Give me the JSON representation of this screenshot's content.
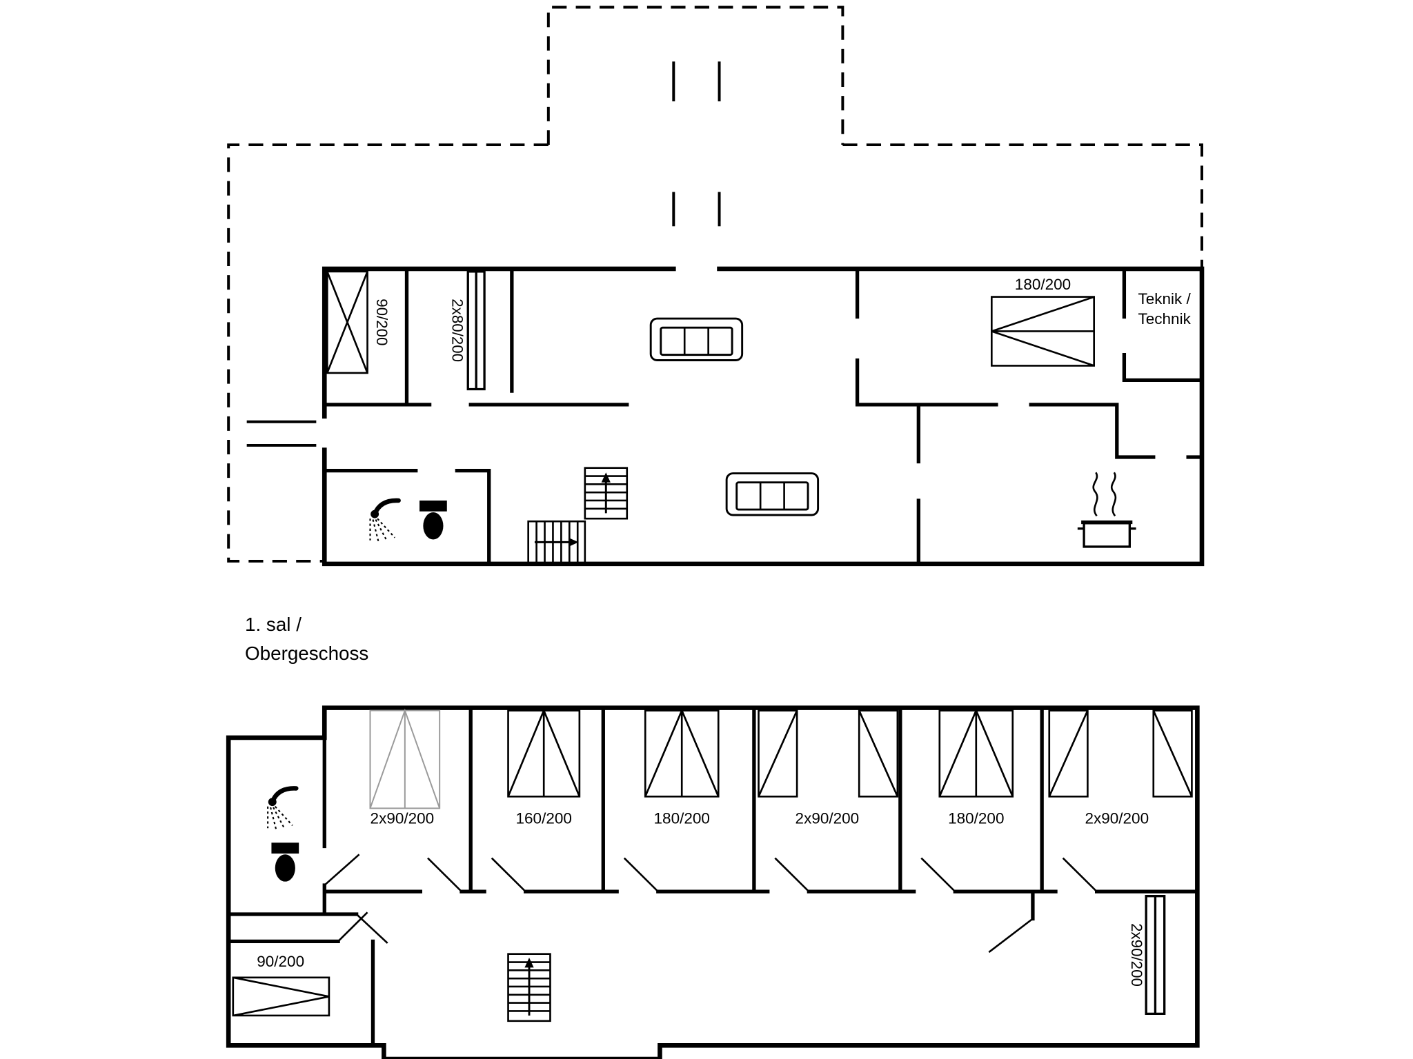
{
  "page": {
    "background_color": "#ffffff",
    "line_color": "#000000",
    "faint_line_color": "#9a9a9a"
  },
  "caption": {
    "line1": "1. sal /",
    "line2": "Obergeschoss"
  },
  "ground_floor": {
    "bed_left_label": "90/200",
    "wardrobe_label": "2x80/200",
    "bed_right_label": "180/200",
    "teknik_line1": "Teknik /",
    "teknik_line2": "Technik"
  },
  "upper_floor": {
    "rooms": [
      {
        "label": "2x90/200"
      },
      {
        "label": "160/200"
      },
      {
        "label": "180/200"
      },
      {
        "label": "2x90/200"
      },
      {
        "label": "180/200"
      },
      {
        "label": "2x90/200"
      }
    ],
    "bed_bottom_left_label": "90/200",
    "wardrobe_label": "2x90/200"
  },
  "icons": {
    "shower": "shower-head-with-spray",
    "toilet": "toilet-top-view",
    "stairs": "staircase-with-up-arrow",
    "stove": "cooking-pot-with-steam",
    "sofa": "sofa-top-view",
    "bed": "bed-top-view",
    "wardrobe": "wardrobe-double-line"
  }
}
